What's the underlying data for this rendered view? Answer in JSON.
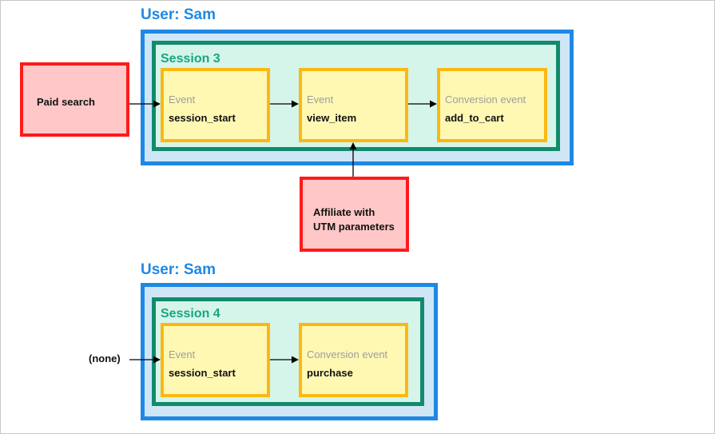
{
  "diagram_1": {
    "user_title": "User: Sam",
    "session_title": "Session 3",
    "events": [
      {
        "kind": "Event",
        "name": "session_start"
      },
      {
        "kind": "Event",
        "name": "view_item"
      },
      {
        "kind": "Conversion event",
        "name": "add_to_cart"
      }
    ],
    "source_left": "Paid search",
    "source_bottom_line1": "Affiliate with",
    "source_bottom_line2": "UTM parameters"
  },
  "diagram_2": {
    "user_title": "User: Sam",
    "session_title": "Session 4",
    "events": [
      {
        "kind": "Event",
        "name": "session_start"
      },
      {
        "kind": "Conversion event",
        "name": "purchase"
      }
    ],
    "source_left": "(none)"
  },
  "colors": {
    "user_border": "#1e88e5",
    "user_fill": "#cfe6f7",
    "session_border": "#138a6c",
    "session_fill": "#d5f5ea",
    "event_border": "#fbb812",
    "event_fill": "#fff8b3",
    "source_border": "#ff1a1a",
    "source_fill": "#ffc7c7"
  }
}
